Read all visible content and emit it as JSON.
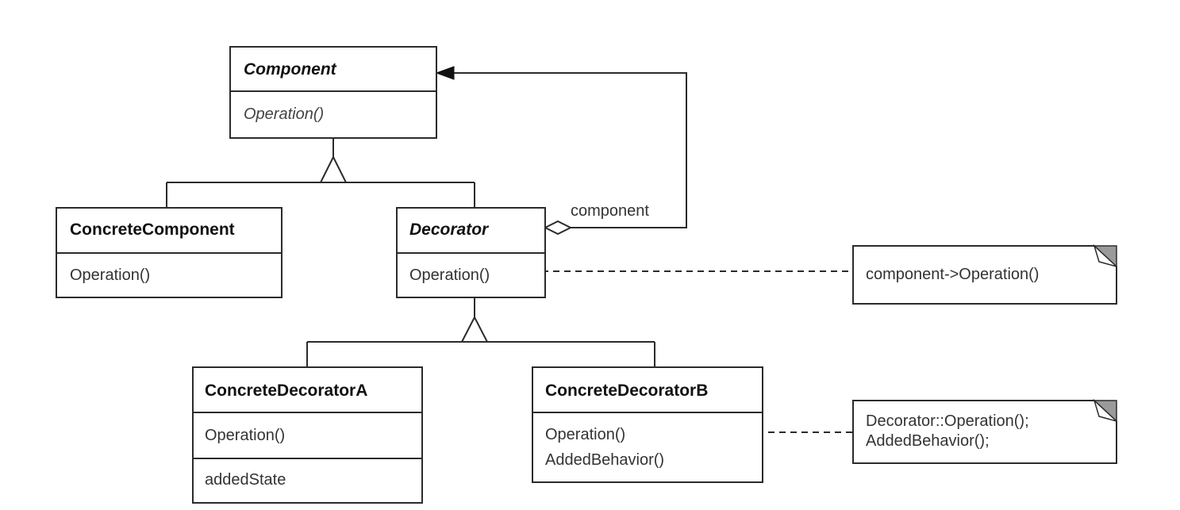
{
  "classes": {
    "component": {
      "name": "Component",
      "operations": [
        "Operation()"
      ]
    },
    "concrete_component": {
      "name": "ConcreteComponent",
      "operations": [
        "Operation()"
      ]
    },
    "decorator": {
      "name": "Decorator",
      "operations": [
        "Operation()"
      ]
    },
    "concrete_decorator_a": {
      "name": "ConcreteDecoratorA",
      "operations": [
        "Operation()"
      ],
      "attributes": [
        "addedState"
      ]
    },
    "concrete_decorator_b": {
      "name": "ConcreteDecoratorB",
      "operations": [
        "Operation()",
        "AddedBehavior()"
      ]
    }
  },
  "associations": {
    "decorator_to_component": {
      "role": "component"
    }
  },
  "notes": {
    "decorator_operation": {
      "lines": [
        "component->Operation()"
      ]
    },
    "concrete_decorator_b_operation": {
      "lines": [
        "Decorator::Operation();",
        "AddedBehavior();"
      ]
    }
  }
}
